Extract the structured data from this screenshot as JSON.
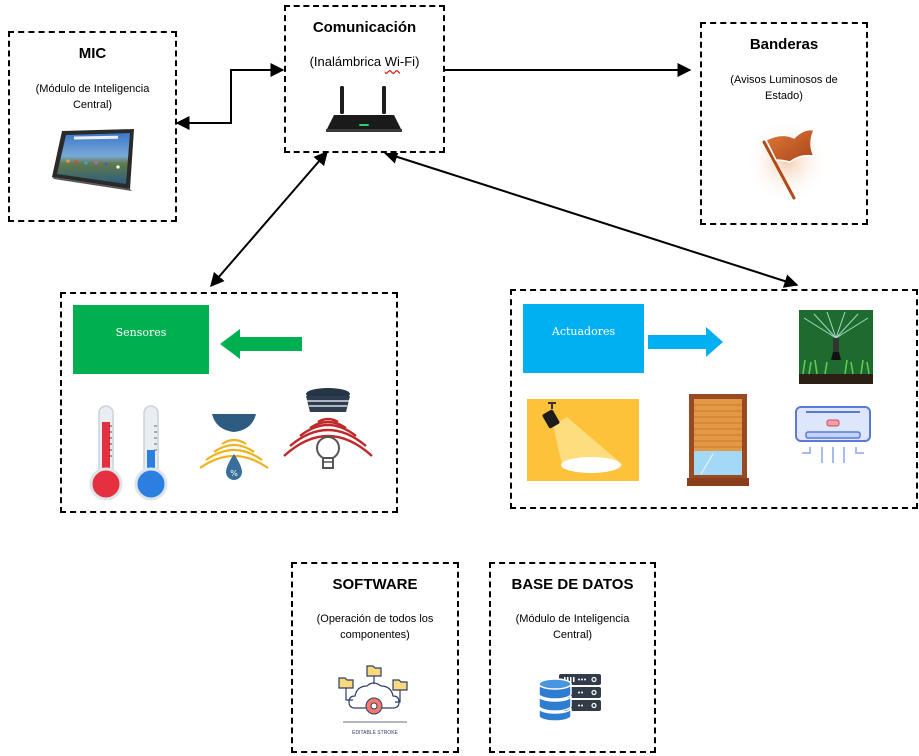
{
  "diagram": {
    "mic": {
      "title": "MIC",
      "subtitle_line1": "(Módulo de Inteligencia",
      "subtitle_line2": "Central)",
      "icon": "tablet-icon"
    },
    "comunicacion": {
      "title": "Comunicación",
      "subtitle_prefix": "(Inalámbrica ",
      "subtitle_flagged": "Wi",
      "subtitle_suffix": "-Fi)",
      "icon": "wifi-router-icon"
    },
    "banderas": {
      "title": "Banderas",
      "subtitle_line1": "(Avisos Luminosos de",
      "subtitle_line2": "Estado)",
      "icon": "flag-icon"
    },
    "sensores": {
      "label": "Sensores",
      "color": "#00b050",
      "arrow_direction": "left",
      "icons": [
        "thermometer-hot-icon",
        "thermometer-cold-icon",
        "humidity-sensor-icon",
        "light-sensor-icon"
      ]
    },
    "actuadores": {
      "label": "Actuadores",
      "color": "#00b0f0",
      "arrow_direction": "right",
      "icons": [
        "sprinkler-icon",
        "spotlight-icon",
        "window-blind-icon",
        "air-conditioner-icon"
      ]
    },
    "software": {
      "title": "SOFTWARE",
      "subtitle_line1": "(Operación de todos los",
      "subtitle_line2": "componentes)",
      "icon": "cloud-gear-icon",
      "icon_caption": "EDITABLE STROKE"
    },
    "base_datos": {
      "title": "BASE DE DATOS",
      "subtitle_line1": "(Módulo de Inteligencia",
      "subtitle_line2": "Central)",
      "icon": "database-server-icon"
    },
    "connections": [
      {
        "from": "comunicacion",
        "to": "mic",
        "type": "bidirectional-elbow"
      },
      {
        "from": "comunicacion",
        "to": "banderas",
        "type": "unidirectional"
      },
      {
        "from": "comunicacion",
        "to": "sensores",
        "type": "bidirectional"
      },
      {
        "from": "comunicacion",
        "to": "actuadores",
        "type": "bidirectional"
      }
    ]
  }
}
